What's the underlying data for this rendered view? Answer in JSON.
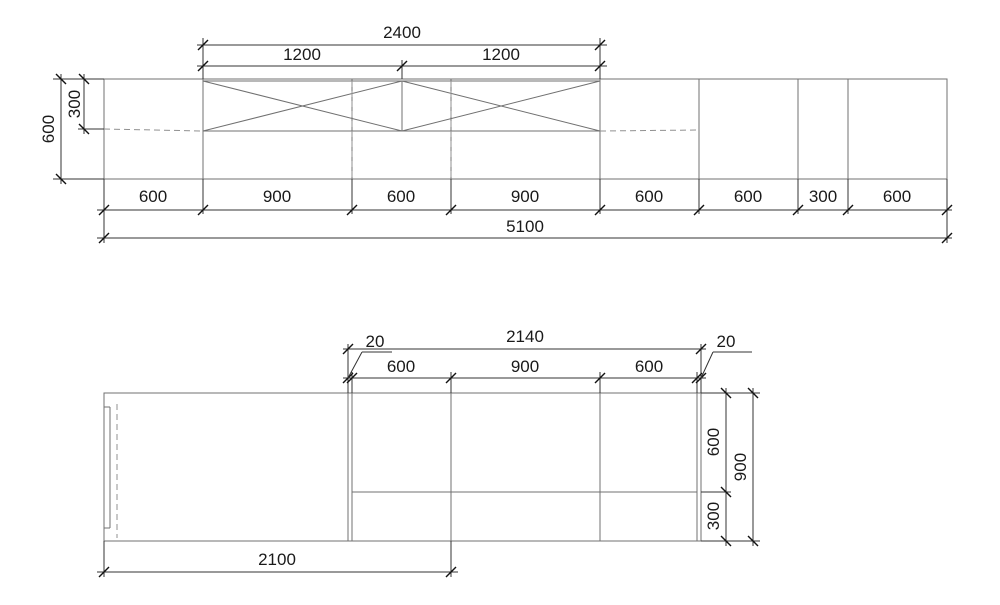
{
  "drawing": {
    "line_color": "#707070",
    "dimension_color": "#333333",
    "text_color": "#1a1a1a",
    "elevation": {
      "upper_dims": {
        "overall": "2400",
        "left_half": "1200",
        "right_half": "1200"
      },
      "height_dims": {
        "total": "600",
        "upper_part": "300"
      },
      "module_dims": [
        "600",
        "900",
        "600",
        "900",
        "600",
        "600",
        "300",
        "600"
      ],
      "overall_width": "5100"
    },
    "plan": {
      "top_dims": {
        "overall": "2140",
        "left_gap": "20",
        "right_gap": "20",
        "modules": [
          "600",
          "900",
          "600"
        ]
      },
      "side_dims": {
        "upper": "600",
        "lower": "300",
        "total": "900"
      },
      "bottom_dim": "2100"
    }
  }
}
